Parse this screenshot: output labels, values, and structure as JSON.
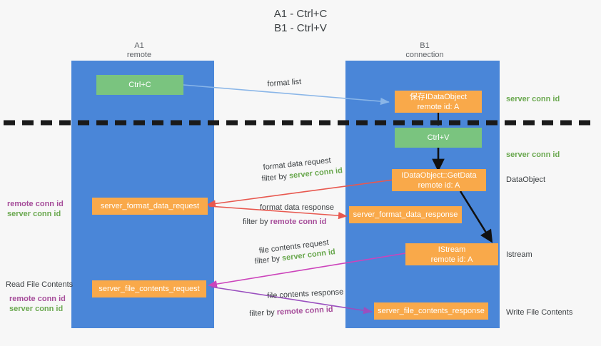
{
  "title": {
    "line1": "A1 - Ctrl+C",
    "line2": "B1 - Ctrl+V"
  },
  "lanes": [
    {
      "id": "a1",
      "title": "A1",
      "subtitle": "remote"
    },
    {
      "id": "b1",
      "title": "B1",
      "subtitle": "connection"
    }
  ],
  "nodes": {
    "ctrl_c": {
      "line1": "Ctrl+C",
      "line2": ""
    },
    "save_dataobject": {
      "line1": "保存IDataObject",
      "line2": "remote id: A"
    },
    "ctrl_v": {
      "line1": "Ctrl+V",
      "line2": ""
    },
    "getdata": {
      "line1": "IDataObject::GetData",
      "line2": "remote id: A"
    },
    "server_format_data_request": {
      "line1": "server_format_data_request",
      "line2": ""
    },
    "server_format_data_response": {
      "line1": "server_format_data_response",
      "line2": ""
    },
    "istream": {
      "line1": "IStream",
      "line2": "remote id: A"
    },
    "server_file_contents_request": {
      "line1": "server_file_contents_request",
      "line2": ""
    },
    "server_file_contents_response": {
      "line1": "server_file_contents_response",
      "line2": ""
    }
  },
  "annotations": {
    "right_server_conn_id_1": "server conn id",
    "right_server_conn_id_2": "server conn id",
    "right_dataobject": "DataObject",
    "right_istream": "Istream",
    "right_write_file_contents": "Write File Contents",
    "left_remote_conn_id_1": "remote conn id",
    "left_server_conn_id_1": "server conn id",
    "left_read_file_contents": "Read File Contents",
    "left_remote_conn_id_2": "remote conn id",
    "left_server_conn_id_2": "server conn id"
  },
  "edges": {
    "format_list": "format list",
    "format_data_request": "format data request",
    "format_data_request_filter_prefix": "filter by ",
    "format_data_request_filter_key": "server conn id",
    "format_data_response": "format data response",
    "format_data_response_filter_prefix": "filter by ",
    "format_data_response_filter_key": "remote conn id",
    "file_contents_request": "file contents request",
    "file_contents_request_filter_prefix": "filter by ",
    "file_contents_request_filter_key": "server conn id",
    "file_contents_response": "file contents response",
    "file_contents_response_filter_prefix": "filter by ",
    "file_contents_response_filter_key": "remote conn id"
  },
  "colors": {
    "lane": "#4a86d8",
    "orange": "#f9a94a",
    "green_box": "#7ac47f",
    "server_conn_id": "#6aa84f",
    "remote_conn_id": "#a64d9a",
    "arrow_light_blue": "#8ab6e8",
    "arrow_red": "#e8584f",
    "arrow_magenta": "#cc44bb",
    "arrow_purple": "#9a4fbf",
    "arrow_black": "#000000",
    "divider": "#1a1a1a",
    "background": "#f7f7f7"
  }
}
